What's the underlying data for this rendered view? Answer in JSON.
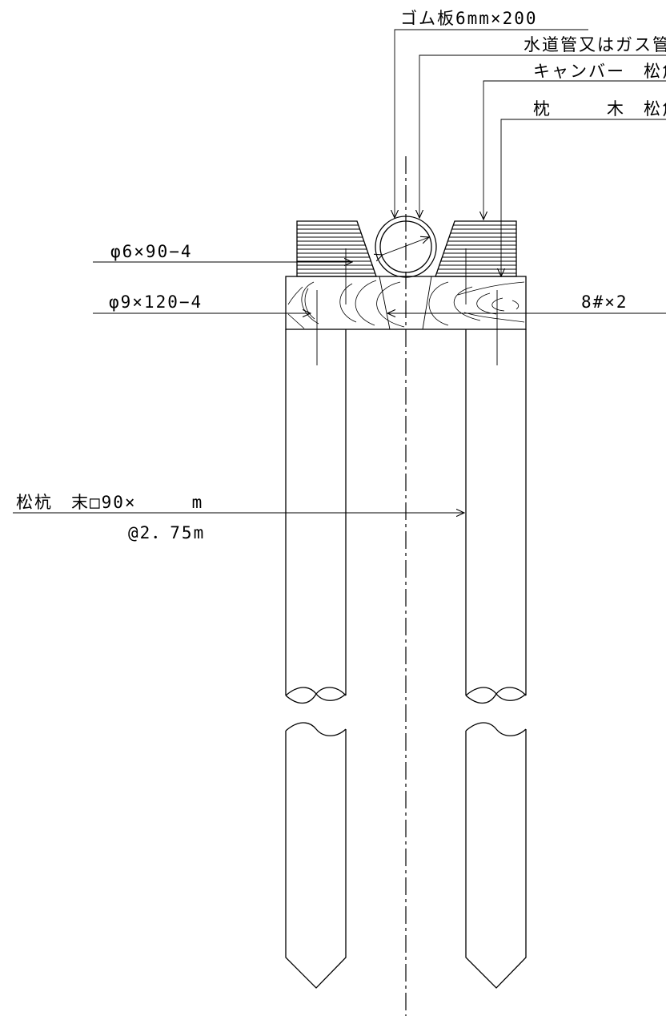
{
  "labels": {
    "rubber_plate": "ゴム板6mm×200",
    "pipe": "水道管又はガス管",
    "camber": "キャンバー　松角",
    "sleeper": "枕　　　木　松角",
    "bolt_upper": "φ6×90−4",
    "bolt_lower": "φ9×120−4",
    "wire": "8#×2",
    "pile": "松杭　末□90×　　　m",
    "pile_spacing": "@2．75m"
  }
}
